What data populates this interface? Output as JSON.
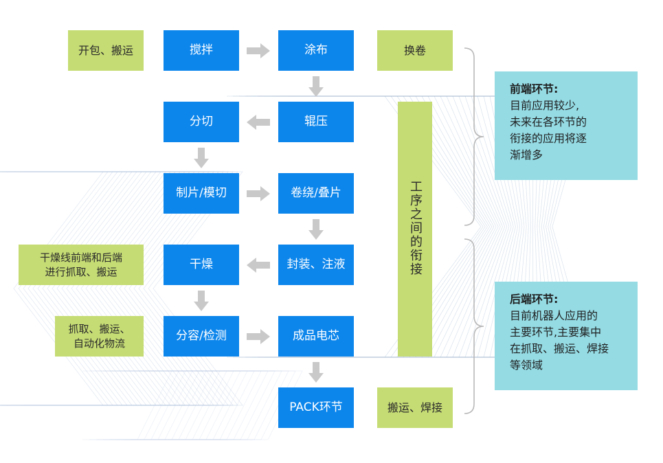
{
  "process": {
    "mixing": "搅拌",
    "coating": "涂布",
    "rolling": "辊压",
    "slitting": "分切",
    "die_cutting": "制片/模切",
    "winding": "卷绕/叠片",
    "drying": "干燥",
    "packaging": "封装、注液",
    "formation": "分容/检测",
    "finished_cell": "成品电芯",
    "pack": "PACK环节"
  },
  "robot_tasks": {
    "unpack": "开包、搬运",
    "roll_change": "换卷",
    "drying_line": "干燥线前端和后端\n进行抓取、搬运",
    "grab_auto": "抓取、搬运、\n自动化物流",
    "weld": "搬运、焊接"
  },
  "inter_process": "工序之间的衔接",
  "front_end": {
    "title": "前端环节:",
    "text": "目前应用较少,\n未来在各环节的\n衔接的应用将逐\n渐增多"
  },
  "back_end": {
    "title": "后端环节:",
    "text": "目前机器人应用的\n主要环节,主要集中\n在抓取、搬运、焊接\n等领域"
  },
  "colors": {
    "process_blue": "#0d86ec",
    "task_green": "#c5dc74",
    "info_cyan": "#94dbe4",
    "arrow_gray": "#c9c9c9"
  }
}
